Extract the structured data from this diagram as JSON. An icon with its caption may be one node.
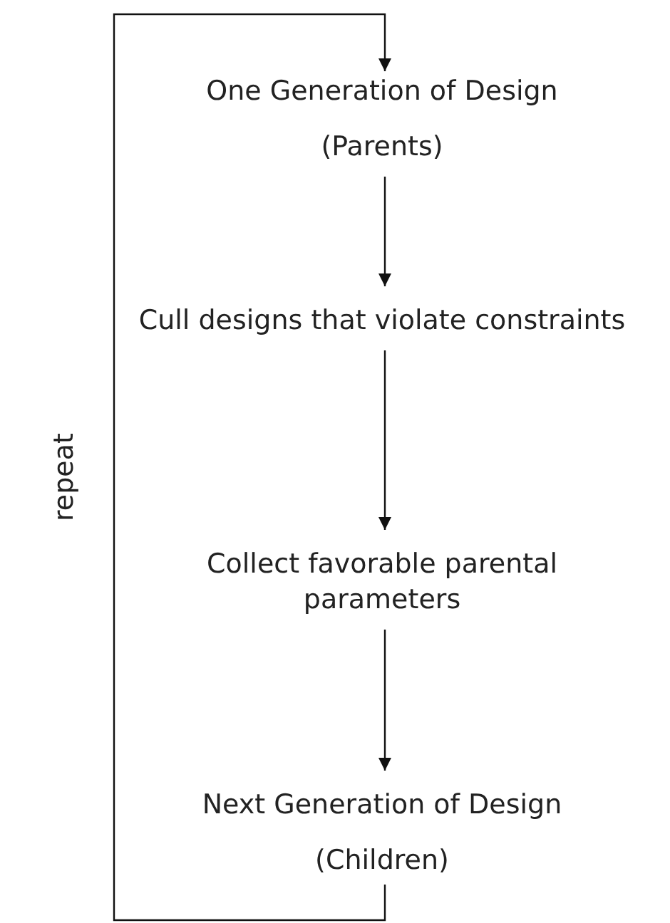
{
  "diagram": {
    "nodes": [
      {
        "text": [
          "One Generation of Design",
          "(Parents)"
        ]
      },
      {
        "text": [
          "Cull designs that violate constraints"
        ]
      },
      {
        "text": [
          "Collect favorable parental parameters"
        ]
      },
      {
        "text": [
          "Next Generation of Design",
          "(Children)"
        ]
      }
    ],
    "edges": [
      {
        "from": 0,
        "to": 1,
        "arrow": "to"
      },
      {
        "from": 1,
        "to": 2,
        "arrow": "to"
      },
      {
        "from": 2,
        "to": 3,
        "arrow": "to"
      },
      {
        "from": 3,
        "to": 0,
        "arrow": "to",
        "label": "repeat"
      }
    ]
  }
}
